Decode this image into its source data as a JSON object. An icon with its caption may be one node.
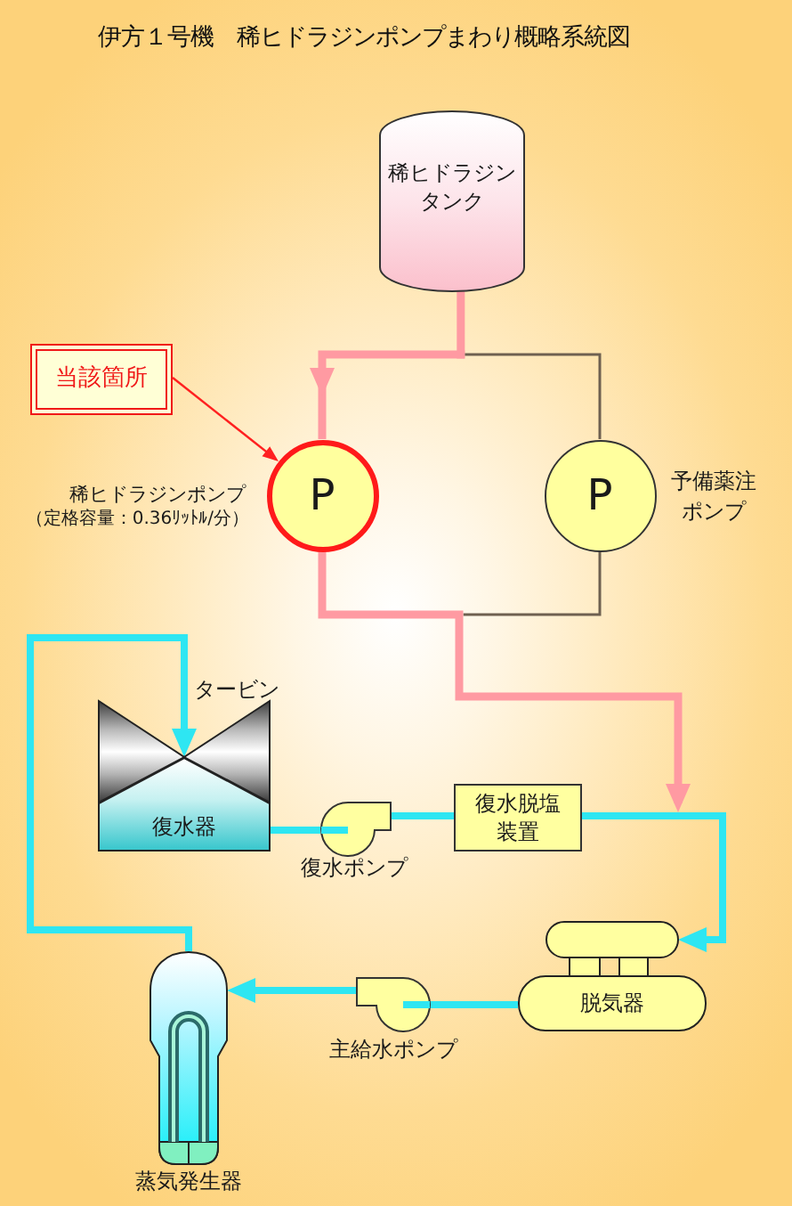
{
  "diagram": {
    "title": "伊方１号機　稀ヒドラジンポンプまわり概略系統図",
    "nodes": [
      {
        "text": [
          "稀ヒドラジンタンク"
        ]
      },
      {
        "text": [
          "当該箇所"
        ]
      },
      {
        "text": [
          "P"
        ],
        "beside": [
          "稀ヒドラジンポンプ",
          "（定格容量：0.36ﾘｯﾄﾙ/分）"
        ]
      },
      {
        "text": [
          "P"
        ],
        "beside": [
          "予備薬注ポンプ"
        ]
      },
      {
        "text": [],
        "shape": "turbine",
        "beside": [
          "タービン"
        ]
      },
      {
        "text": [
          "復水器"
        ]
      },
      {
        "text": [],
        "shape": "pump",
        "beside": [
          "復水ポンプ"
        ]
      },
      {
        "text": [
          "復水脱塩装置"
        ]
      },
      {
        "text": [
          "脱気器"
        ]
      },
      {
        "text": [],
        "shape": "pump",
        "beside": [
          "主給水ポンプ"
        ]
      },
      {
        "text": [],
        "shape": "vessel",
        "beside": [
          "蒸気発生器"
        ]
      }
    ],
    "edges": [
      {
        "from": 0,
        "to": 2,
        "arrow": "to",
        "color": "#ff9aa2"
      },
      {
        "from": 0,
        "to": 3,
        "arrow": "none",
        "color": "#6e6050"
      },
      {
        "from": 2,
        "to": null,
        "arrow": "to",
        "color": "#ff9aa2"
      },
      {
        "from": 3,
        "to": null,
        "arrow": "none",
        "color": "#6e6050"
      },
      {
        "from": 10,
        "to": 4,
        "arrow": "to"
      },
      {
        "from": 5,
        "to": 6,
        "arrow": "none"
      },
      {
        "from": 6,
        "to": 7,
        "arrow": "none"
      },
      {
        "from": 7,
        "to": 8,
        "arrow": "to"
      },
      {
        "from": 8,
        "to": 9,
        "arrow": "none"
      },
      {
        "from": 9,
        "to": 10,
        "arrow": "to"
      },
      {
        "from": 1,
        "to": 2,
        "arrow": "to",
        "color": "#ff2020"
      }
    ]
  }
}
